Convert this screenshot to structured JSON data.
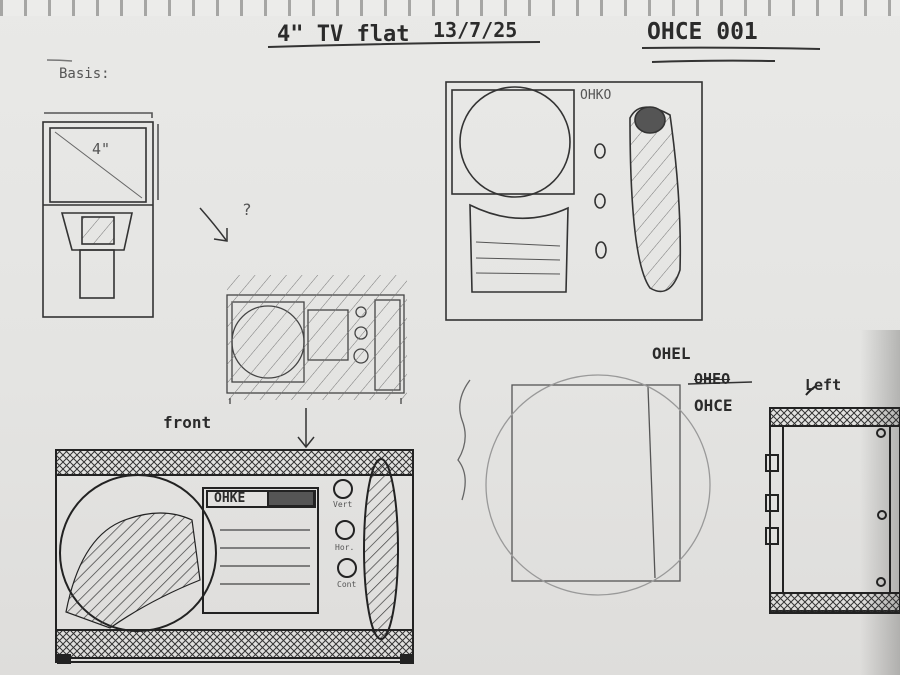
{
  "sheet": {
    "title": "4\" TV flat",
    "date": "13/7/25",
    "model_code": "OHCE 001"
  },
  "labels": {
    "basis": "Basis:",
    "screen_size": "4\"",
    "question": "?",
    "ohko": "OHKO",
    "front": "front",
    "ohke_display": "OHKE",
    "vert": "Vert",
    "hor": "Hor.",
    "cont": "Cont",
    "ohel": "OHEL",
    "oheo_struck": "OHEO",
    "ohce": "OHCE",
    "left": "Left"
  },
  "colors": {
    "paper": "#e8e8e6",
    "ink": "#2b2b2b",
    "pencil": "#6a6a6a"
  }
}
